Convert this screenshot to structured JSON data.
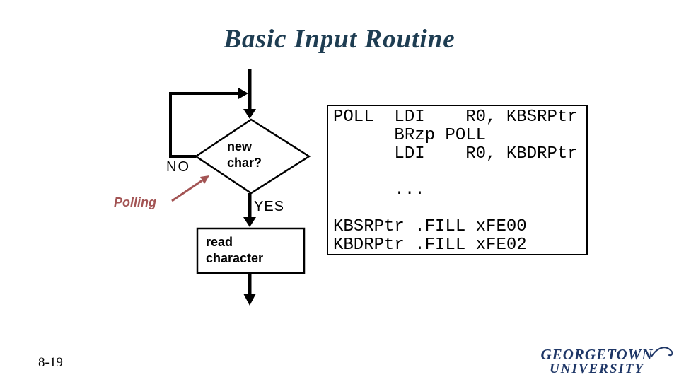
{
  "slide": {
    "title": "Basic Input Routine",
    "page_number": "8-19"
  },
  "flowchart": {
    "decision": {
      "line1": "new",
      "line2": "char?"
    },
    "no_label": "NO",
    "yes_label": "YES",
    "annotation": "Polling",
    "process": {
      "line1": "read",
      "line2": "character"
    }
  },
  "code": {
    "lines": [
      "POLL  LDI    R0, KBSRPtr",
      "      BRzp POLL",
      "      LDI    R0, KBDRPtr",
      "",
      "      ...",
      "",
      "KBSRPtr .FILL xFE00",
      "KBDRPtr .FILL xFE02"
    ]
  },
  "logo": {
    "line1": "GEORGETOWN",
    "line2": "UNIVERSITY"
  },
  "colors": {
    "title-text": "#1e3d52",
    "polling-red": "#a35454",
    "logo-navy": "#1f3767",
    "flow-black": "#000000"
  }
}
